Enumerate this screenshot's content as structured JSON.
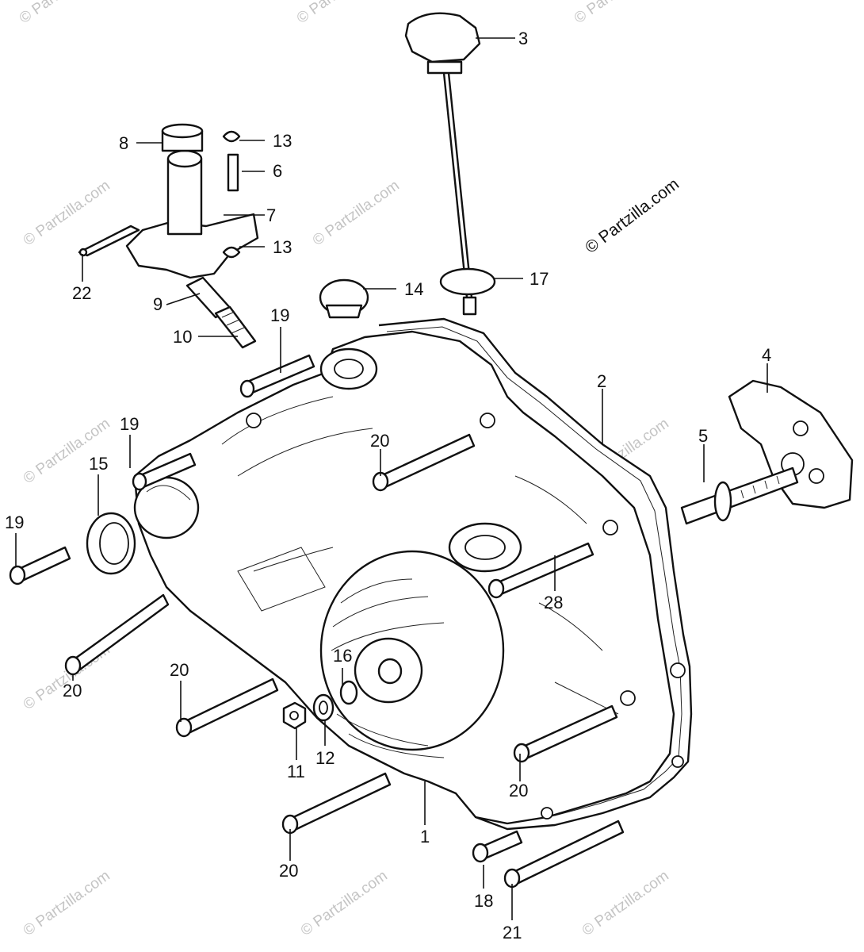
{
  "watermark_text": "© Partzilla.com",
  "callouts": [
    {
      "id": "c1",
      "label": "1"
    },
    {
      "id": "c2",
      "label": "2"
    },
    {
      "id": "c3",
      "label": "3"
    },
    {
      "id": "c4",
      "label": "4"
    },
    {
      "id": "c5",
      "label": "5"
    },
    {
      "id": "c6",
      "label": "6"
    },
    {
      "id": "c7",
      "label": "7"
    },
    {
      "id": "c8",
      "label": "8"
    },
    {
      "id": "c9",
      "label": "9"
    },
    {
      "id": "c10",
      "label": "10"
    },
    {
      "id": "c11",
      "label": "11"
    },
    {
      "id": "c12",
      "label": "12"
    },
    {
      "id": "c13a",
      "label": "13"
    },
    {
      "id": "c13b",
      "label": "13"
    },
    {
      "id": "c14",
      "label": "14"
    },
    {
      "id": "c15",
      "label": "15"
    },
    {
      "id": "c16",
      "label": "16"
    },
    {
      "id": "c17",
      "label": "17"
    },
    {
      "id": "c18",
      "label": "18"
    },
    {
      "id": "c19a",
      "label": "19"
    },
    {
      "id": "c19b",
      "label": "19"
    },
    {
      "id": "c19c",
      "label": "19"
    },
    {
      "id": "c20a",
      "label": "20"
    },
    {
      "id": "c20b",
      "label": "20"
    },
    {
      "id": "c20c",
      "label": "20"
    },
    {
      "id": "c20d",
      "label": "20"
    },
    {
      "id": "c20e",
      "label": "20"
    },
    {
      "id": "c21",
      "label": "21"
    },
    {
      "id": "c22",
      "label": "22"
    },
    {
      "id": "c28",
      "label": "28"
    }
  ]
}
